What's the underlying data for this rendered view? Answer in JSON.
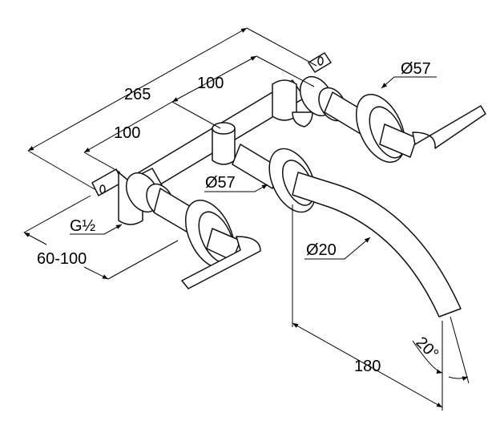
{
  "drawing": {
    "dimensions": {
      "overall_width": "265",
      "valve_spacing_upper": "100",
      "valve_spacing_lower": "100",
      "flange_diameter_right": "Ø57",
      "flange_diameter_center": "Ø57",
      "thread": "G½",
      "wall_depth": "60-100",
      "spout_diameter": "Ø20",
      "spout_projection": "180",
      "spout_angle": "20°"
    }
  }
}
